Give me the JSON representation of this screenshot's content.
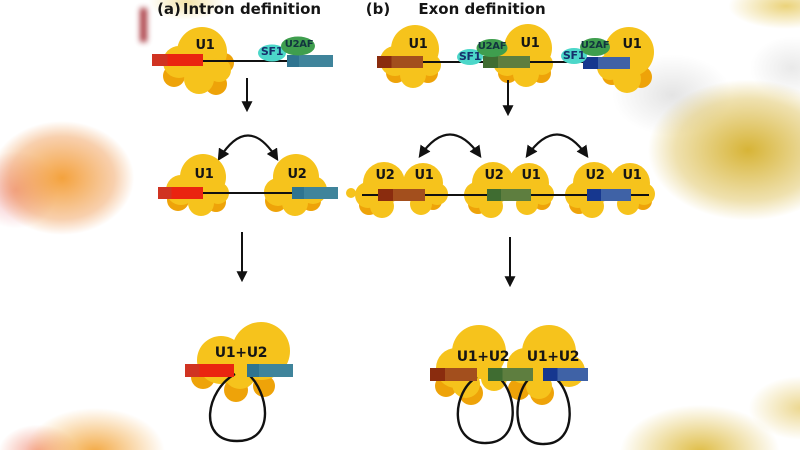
{
  "figure": {
    "description": "Splicing model diagram comparing intron definition and exon definition",
    "colors": {
      "exon_red": "#ea2410",
      "exon_teal": "#3f849b",
      "exon_brown": "#a34f1d",
      "exon_green": "#5e7e3f",
      "exon_blue": "#3f62a6",
      "snrnp_gold": "#f6c31c",
      "snrnp_shadow": "#eea309",
      "sf1_fill": "#4cd7c9",
      "u2af_fill": "#3f9e4e",
      "line": "#111111"
    }
  },
  "panel_a": {
    "tag": "(a)",
    "title": "Intron definition",
    "row1": {
      "u1": "U1",
      "sf1": "SF1",
      "u2af": "U2AF"
    },
    "row2": {
      "u1": "U1",
      "u2": "U2"
    },
    "result": {
      "complex": "U1+U2"
    }
  },
  "panel_b": {
    "tag": "(b)",
    "title": "Exon definition",
    "row1": {
      "u1_left": "U1",
      "sf1_mid": "SF1",
      "u2af_mid": "U2AF",
      "u1_mid": "U1",
      "sf1_right": "SF1",
      "u2af_right": "U2AF",
      "u1_right": "U1"
    },
    "row2": {
      "u2_1": "U2",
      "u1_1": "U1",
      "u2_2": "U2",
      "u1_2": "U1",
      "u2_3": "U2",
      "u1_3": "U1"
    },
    "result": {
      "complex_left": "U1+U2",
      "complex_right": "U1+U2"
    }
  }
}
